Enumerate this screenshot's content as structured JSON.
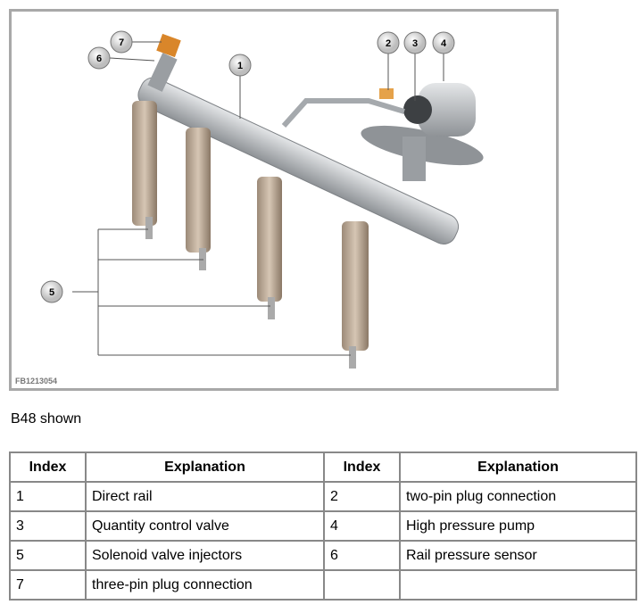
{
  "figure": {
    "id": "FB1213054",
    "callouts": [
      "1",
      "2",
      "3",
      "4",
      "5",
      "6",
      "7"
    ]
  },
  "caption": "B48 shown",
  "table": {
    "headers": [
      "Index",
      "Explanation",
      "Index",
      "Explanation"
    ],
    "rows": [
      [
        "1",
        "Direct rail",
        "2",
        "two-pin plug connection"
      ],
      [
        "3",
        "Quantity control valve",
        "4",
        "High pressure pump"
      ],
      [
        "5",
        "Solenoid valve injectors",
        "6",
        "Rail pressure sensor"
      ],
      [
        "7",
        "three-pin plug connection",
        "",
        ""
      ]
    ]
  }
}
